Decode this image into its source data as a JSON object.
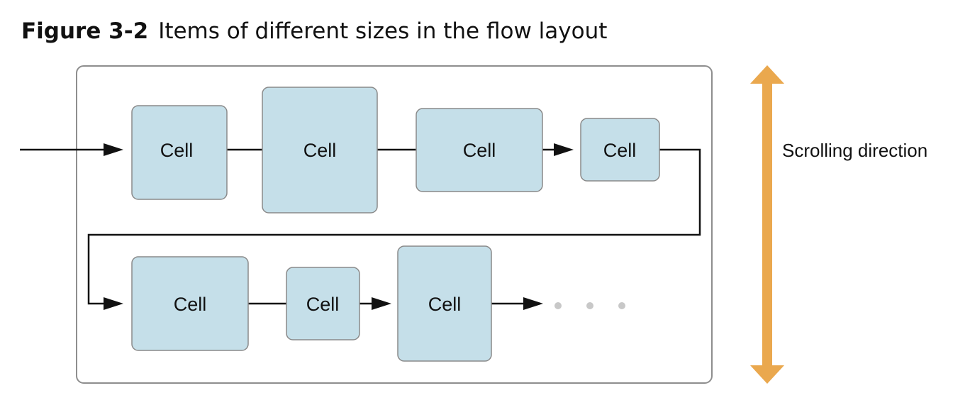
{
  "caption": {
    "figure_label": "Figure 3-2",
    "title": "Items of different sizes in the flow layout"
  },
  "diagram": {
    "cells": [
      {
        "label": "Cell",
        "row": 1
      },
      {
        "label": "Cell",
        "row": 1
      },
      {
        "label": "Cell",
        "row": 1
      },
      {
        "label": "Cell",
        "row": 1
      },
      {
        "label": "Cell",
        "row": 2
      },
      {
        "label": "Cell",
        "row": 2
      },
      {
        "label": "Cell",
        "row": 2
      }
    ],
    "scroll_label": "Scrolling direction",
    "colors": {
      "cell_fill": "#c5dfe9",
      "cell_stroke": "#8a8a8a",
      "container_stroke": "#8e8e8e",
      "arrow": "#111111",
      "scroll_arrow": "#eaa84e",
      "ellipsis_dots": "#c8c8c8"
    }
  }
}
